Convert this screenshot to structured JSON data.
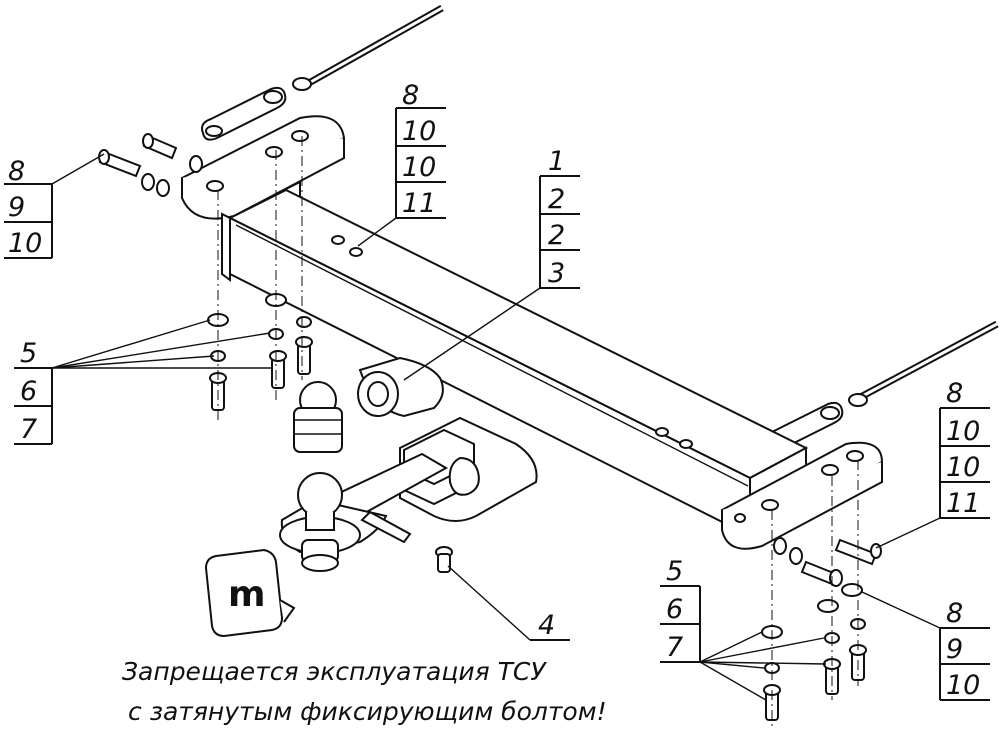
{
  "callouts": {
    "top_left": [
      "8",
      "9",
      "10"
    ],
    "top_middle": [
      "8",
      "10",
      "10",
      "11"
    ],
    "center": [
      "1",
      "2",
      "2",
      "3"
    ],
    "left_middle": [
      "5",
      "6",
      "7"
    ],
    "bottom_center": [
      "4"
    ],
    "right_upper": [
      "8",
      "10",
      "10",
      "11"
    ],
    "bottom_left_of_right": [
      "5",
      "6",
      "7"
    ],
    "bottom_right": [
      "8",
      "9",
      "10"
    ]
  },
  "warning": {
    "line1": "Запрещается эксплуатация ТСУ",
    "line2": "с затянутым фиксирующим болтом!"
  },
  "socket_logo": "m"
}
